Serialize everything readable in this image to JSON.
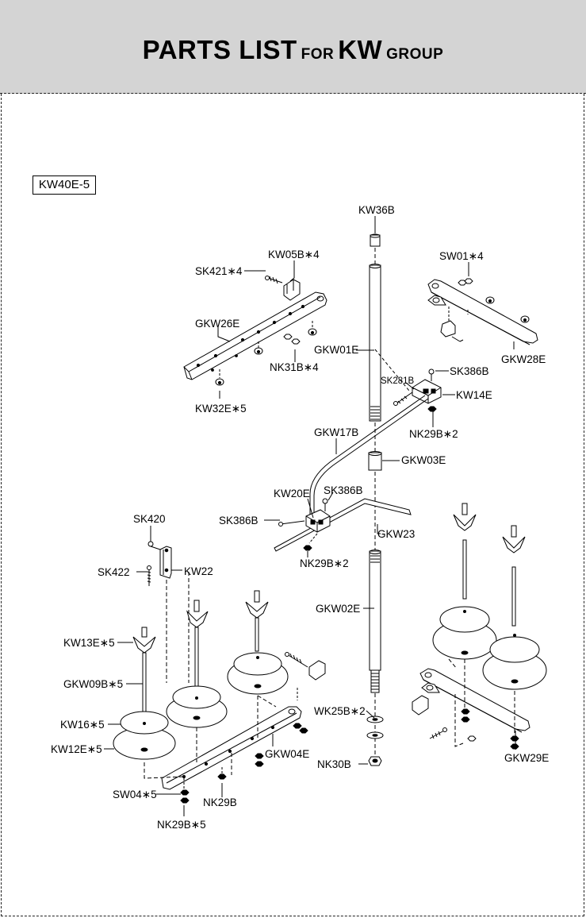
{
  "header": {
    "title_parts": [
      "PARTS LIST",
      "FOR",
      "KW",
      "GROUP"
    ]
  },
  "model_code": "KW40E-5",
  "labels": {
    "KW36B": "KW36B",
    "KW05B": "KW05B∗4",
    "SW01": "SW01∗4",
    "SK421": "SK421∗4",
    "GKW26E": "GKW26E",
    "GKW01E": "GKW01E",
    "GKW28E": "GKW28E",
    "NK31B": "NK31B∗4",
    "SK386B_top": "SK386B",
    "SK281B": "SK281B",
    "KW14E": "KW14E",
    "KW32E": "KW32E∗5",
    "NK29B_top": "NK29B∗2",
    "GKW17B": "GKW17B",
    "GKW03E": "GKW03E",
    "KW20E": "KW20E",
    "SK386B_mid": "SK386B",
    "SK386B_left": "SK386B",
    "GKW23": "GKW23",
    "SK420": "SK420",
    "NK29B_mid": "NK29B∗2",
    "SK422": "SK422",
    "KW22": "KW22",
    "GKW02E": "GKW02E",
    "KW13E": "KW13E∗5",
    "GKW09B": "GKW09B∗5",
    "WK25B": "WK25B∗2",
    "KW16": "KW16∗5",
    "KW12E": "KW12E∗5",
    "GKW04E": "GKW04E",
    "GKW29E": "GKW29E",
    "NK30B": "NK30B",
    "SW04": "SW04∗5",
    "NK29B_bot": "NK29B",
    "NK29B_bot5": "NK29B∗5"
  }
}
